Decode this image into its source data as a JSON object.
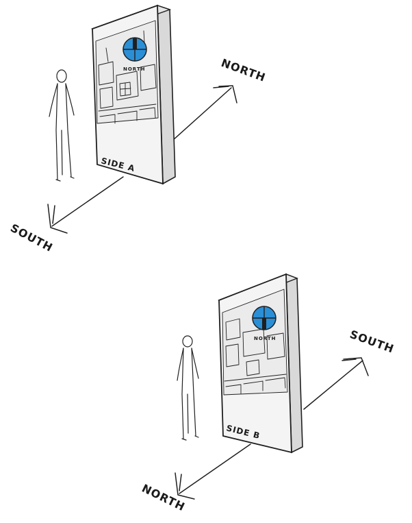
{
  "kiosks": [
    {
      "side_label": "SIDE A",
      "compass_label": "NORTH",
      "arrow_far_label": "NORTH",
      "arrow_near_label": "SOUTH"
    },
    {
      "side_label": "SIDE B",
      "compass_label": "NORTH",
      "arrow_far_label": "SOUTH",
      "arrow_near_label": "NORTH"
    }
  ],
  "colors": {
    "compass_blue": "#2b8fd6",
    "panel_face": "#f4f4f4",
    "panel_side": "#d9d9d9",
    "ink": "#1f1f1f"
  }
}
